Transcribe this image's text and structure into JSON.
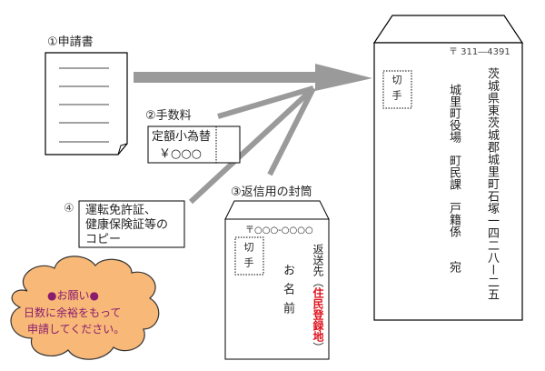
{
  "items": {
    "application": {
      "label": "①申請書"
    },
    "fee": {
      "label": "②手数料",
      "line1": "定額小為替",
      "line2": "￥○○○"
    },
    "return_envelope": {
      "label": "③返信用の封筒",
      "postal": "〒○○○-○○○○",
      "stamp": "切手",
      "name": "お名前",
      "address_prefix": "返送先（",
      "address_red": "住民登録地",
      "address_suffix": "）"
    },
    "id_copy": {
      "number": "④",
      "line1": "運転免許証、",
      "line2": "健康保険証等の",
      "line3": "コピー"
    }
  },
  "main_envelope": {
    "postal": "〒 311―4391",
    "stamp": "切手",
    "address": "茨城県東茨城郡城里町石塚一四二八ー二五",
    "recipient": "城里町役場　町民課　戸籍係　　宛"
  },
  "note": {
    "title": "●お願い●",
    "line1": "日数に余裕をもって",
    "line2": "申請してください。"
  },
  "colors": {
    "arrow": "#999999",
    "cloud": "#f8b878",
    "note_text": "#8a1c6e",
    "bullet": "#7a1a8c",
    "red": "#e0141e"
  }
}
